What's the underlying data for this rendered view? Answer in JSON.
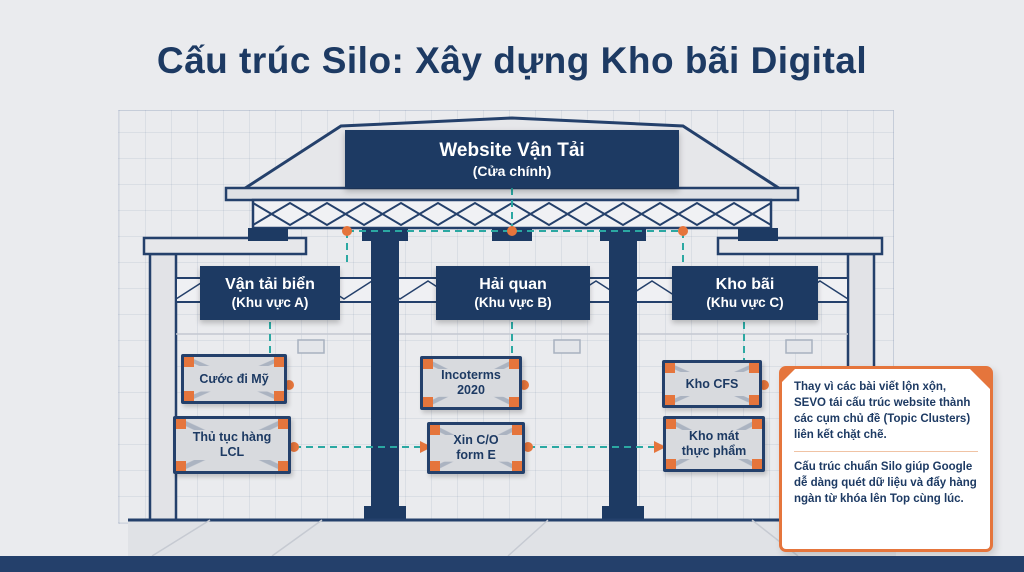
{
  "title": "Cấu trúc Silo: Xây dựng Kho bãi Digital",
  "banner": {
    "line1": "Website Vận Tải",
    "line2": "(Cửa chính)"
  },
  "zones": [
    {
      "name": "Vận tải biển",
      "area": "(Khu vực A)",
      "crates": [
        "Cước đi Mỹ",
        "Thủ tục hàng LCL"
      ]
    },
    {
      "name": "Hải quan",
      "area": "(Khu vực B)",
      "crates": [
        "Incoterms 2020",
        "Xin C/O form E"
      ]
    },
    {
      "name": "Kho bãi",
      "area": "(Khu vực C)",
      "crates": [
        "Kho CFS",
        "Kho mát thực phẩm"
      ]
    }
  ],
  "note": {
    "paragraph1": "Thay vì các bài viết lộn xộn, SEVO tái cấu trúc website thành các cụm chủ đề (Topic Clusters) liên kết chặt chẽ.",
    "paragraph2": "Cấu trúc chuẩn Silo giúp Google dễ dàng quét dữ liệu và đẩy hàng ngàn từ khóa lên Top cùng lúc."
  },
  "colors": {
    "navy": "#1d3a63",
    "orange": "#e5753c",
    "teal": "#2ba8a2",
    "background": "#eaebee",
    "crate": "#d8dade"
  }
}
